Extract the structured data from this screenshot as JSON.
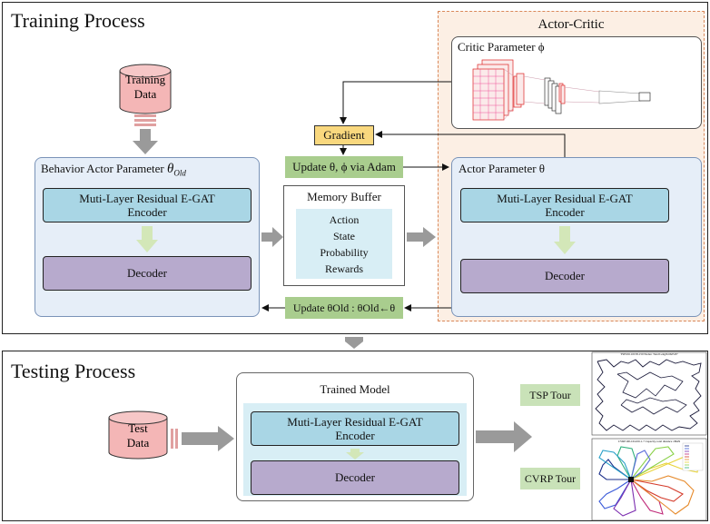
{
  "training": {
    "title": "Training Process",
    "data_cylinder": {
      "line1": "Training",
      "line2": "Data"
    },
    "behavior_panel": {
      "title": "Behavior Actor Parameter",
      "symbol": "θ",
      "subscript": "Old",
      "encoder_line1": "Muti-Layer Residual E-GAT",
      "encoder_line2": "Encoder",
      "decoder": "Decoder"
    },
    "gradient": "Gradient",
    "update_adam": "Update θ, ϕ via Adam",
    "memory_buffer": {
      "title": "Memory Buffer",
      "items": [
        "Action",
        "State",
        "Probability",
        "Rewards"
      ]
    },
    "update_old": "Update θOld : θOld←θ",
    "actor_critic": {
      "title": "Actor-Critic",
      "critic_title": "Critic Parameter ϕ",
      "actor_title": "Actor Parameter θ",
      "encoder_line1": "Muti-Layer Residual E-GAT",
      "encoder_line2": "Encoder",
      "decoder": "Decoder"
    }
  },
  "testing": {
    "title": "Testing Process",
    "data_cylinder": {
      "line1": "Test",
      "line2": "Data"
    },
    "trained_model": {
      "title": "Trained Model",
      "encoder_line1": "Muti-Layer Residual E-GAT",
      "encoder_line2": "Encoder",
      "decoder": "Decoder"
    },
    "tsp_label": "TSP Tour",
    "cvrp_label": "CVRP Tour",
    "tsp_plot_caption": "TSP100-10158-150 Nodes: Total Length 6625.87",
    "cvrp_plot_caption": "CVRP100-10x100-1-7 Capacity, total distance 18629"
  },
  "colors": {
    "encoder_fill": "#a9d6e5",
    "decoder_fill": "#b7aacd",
    "gradient_fill": "#f9d87e",
    "update_fill": "#a9cd8e",
    "panel_fill": "#e6eef8",
    "cylinder_fill": "#f4b6b6",
    "actor_critic_border": "#d9885a"
  }
}
